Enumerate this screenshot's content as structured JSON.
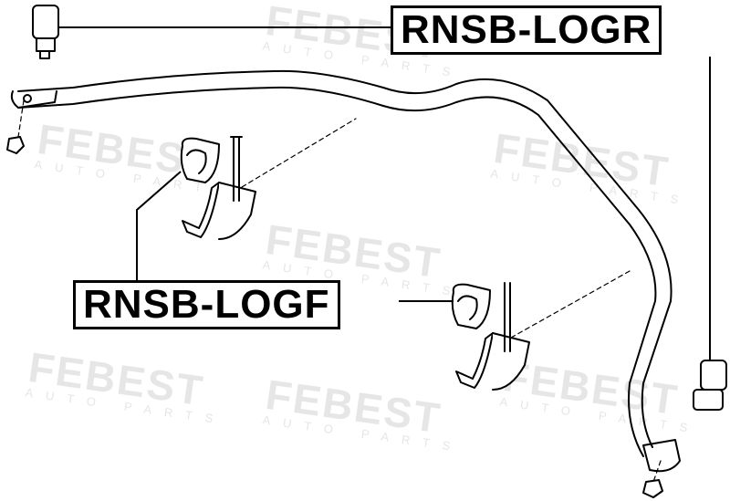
{
  "labels": {
    "rear": "RNSB-LOGR",
    "front": "RNSB-LOGF"
  },
  "watermark": {
    "brand": "FEBEST",
    "tagline": "AUTO PARTS"
  },
  "colors": {
    "ink": "#000000",
    "watermark": "#e6e6e6"
  }
}
